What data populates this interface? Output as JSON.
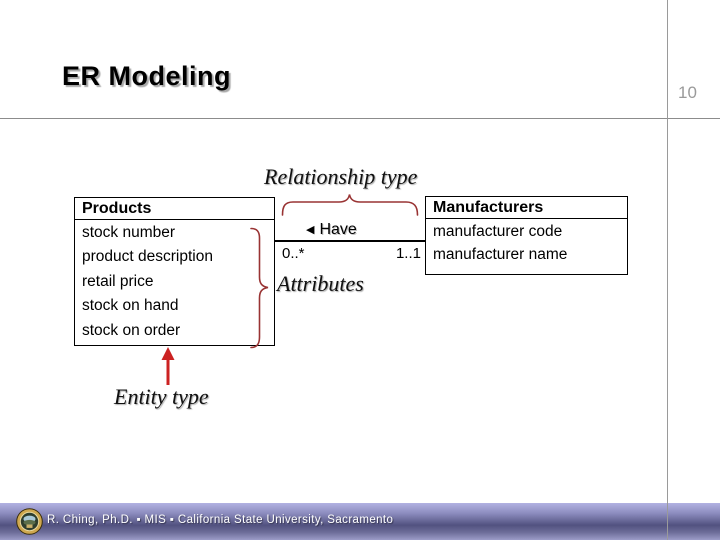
{
  "slide": {
    "title": "ER Modeling",
    "page_number": "10"
  },
  "annotations": {
    "relationship_type": "Relationship type",
    "attributes": "Attributes",
    "entity_type": "Entity type"
  },
  "relationship": {
    "name": "Have",
    "direction_marker": "◀",
    "left_cardinality": "0..*",
    "right_cardinality": "1..1"
  },
  "entities": {
    "products": {
      "name": "Products",
      "attributes": [
        "stock number",
        "product description",
        "retail price",
        "stock on hand",
        "stock on order"
      ]
    },
    "manufacturers": {
      "name": "Manufacturers",
      "attributes": [
        "manufacturer code",
        "manufacturer name"
      ]
    }
  },
  "footer": {
    "text": "R. Ching, Ph.D. ▪ MIS ▪ California State University, Sacramento"
  },
  "colors": {
    "annotation_red": "#993333",
    "arrow_red": "#cc2222",
    "rule_gray": "#8c8c8c",
    "page_number_gray": "#9a9a9a",
    "footer_gradient_top": "#b2b2e2",
    "footer_gradient_dark": "#525280",
    "logo_ring_gold": "#cfa84f"
  }
}
